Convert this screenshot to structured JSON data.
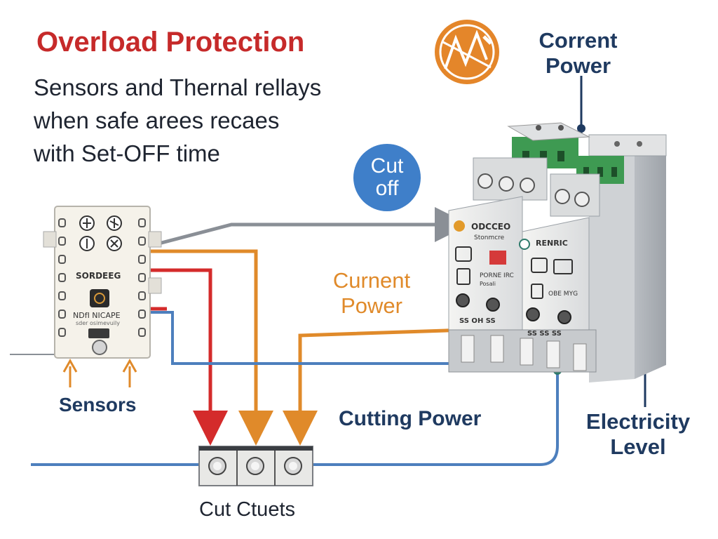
{
  "title": "Overload Protection",
  "subtitle_lines": [
    "Sensors and Thernal rellays",
    "when safe arees recaes",
    "with Set-OFF time"
  ],
  "cut_off_badge": {
    "line1": "Cut",
    "line2": "off",
    "color": "#3f7fc9"
  },
  "labels": {
    "current_power_top": [
      "Corrent",
      "Power"
    ],
    "current_power_mid": [
      "Curnent",
      "Power"
    ],
    "sensors": "Sensors",
    "cutting_power": "Cutting Power",
    "electricity_level": [
      "Electricity",
      "Level"
    ],
    "cut_outlets": "Cut Ctuets"
  },
  "sensor_module": {
    "name": "SORDEEG",
    "model": "NDfI NICAPE",
    "caption": "sder osimevuily"
  },
  "relay_left": {
    "name": "ODCCEO",
    "sub": "Stonmcre",
    "text": "PORNE IRC",
    "sub2": "Posali",
    "terminals": "SS OH SS"
  },
  "relay_right": {
    "name": "RENRIC",
    "text": "OBE MYG",
    "terminals": "SS SS SS"
  },
  "logo_icon": "circuit-breaker-icon",
  "colors": {
    "title_red": "#c62a2a",
    "navy": "#1f3a60",
    "orange": "#e08a2a",
    "red_wire": "#d42b2b",
    "blue_wire": "#4d7fbd",
    "gray_wire": "#8a8f96",
    "logo_orange": "#e4862a",
    "terminal_green": "#3e9a52"
  }
}
